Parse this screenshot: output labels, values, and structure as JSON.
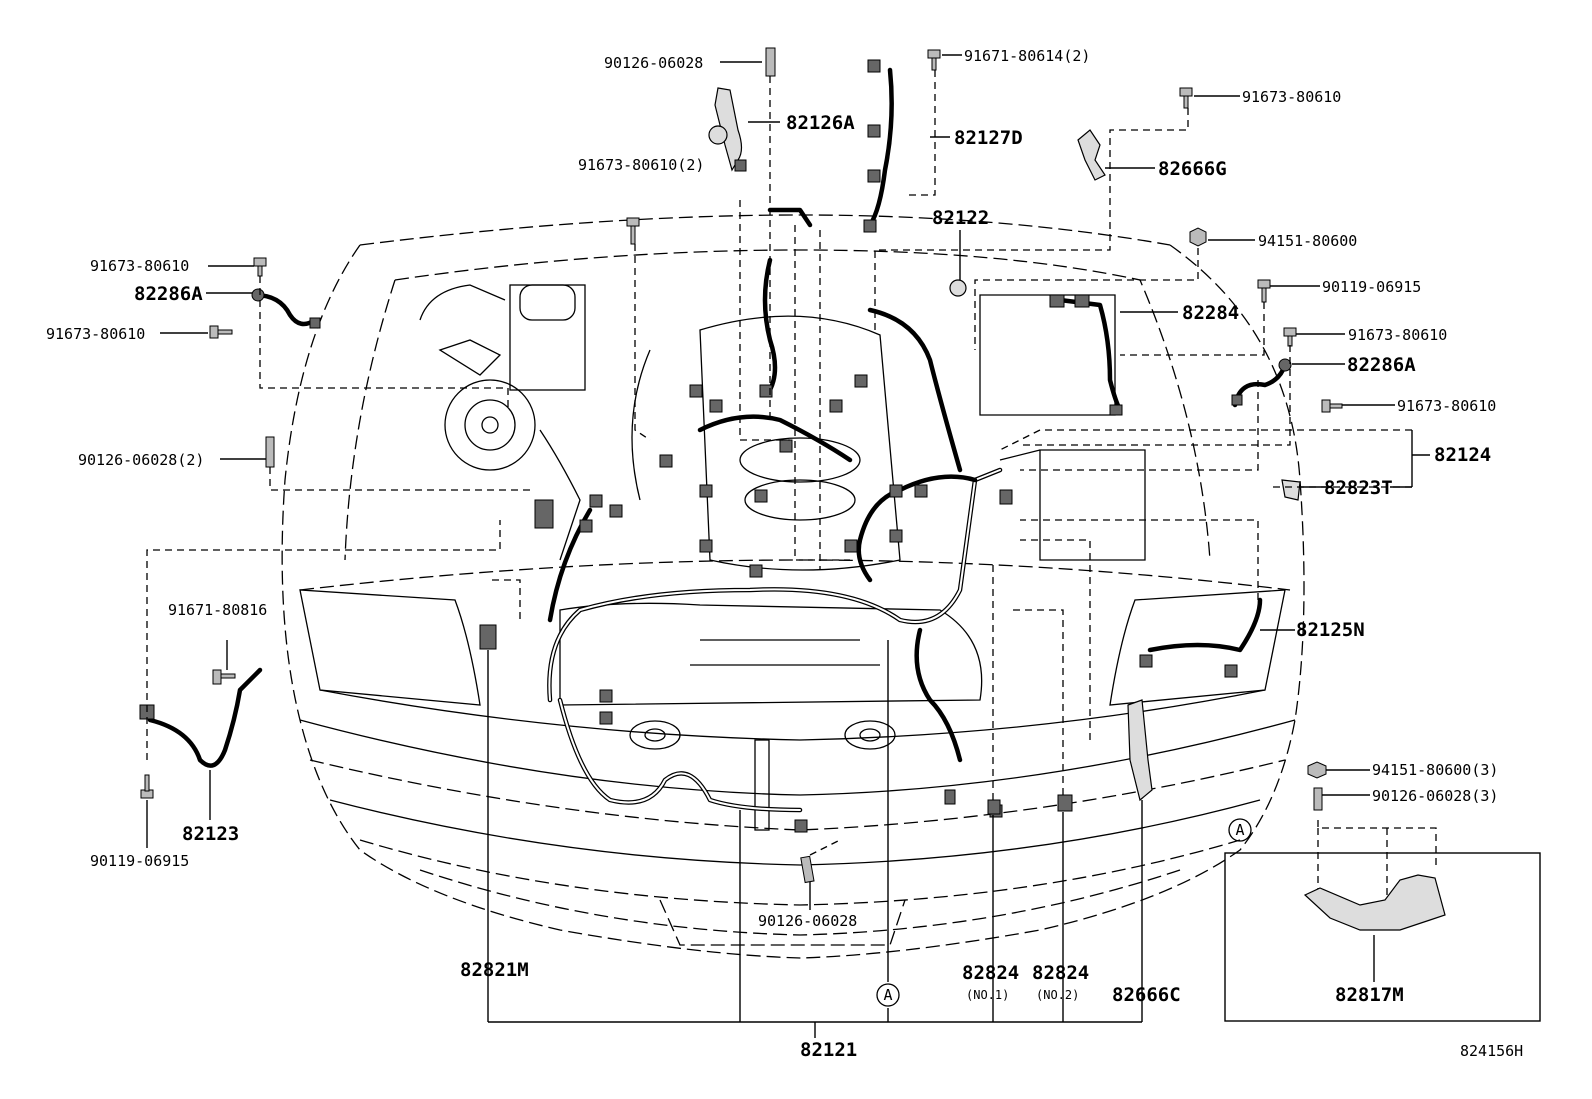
{
  "diagram": {
    "reference_code": "824156H",
    "inset_marker": "A",
    "callouts": {
      "p90126_06028_top": "90126-06028",
      "p82126A": "82126A",
      "p91671_80614": "91671-80614(2)",
      "p82127D": "82127D",
      "p91673_80610_r1": "91673-80610",
      "p82666G": "82666G",
      "p91673_80610_2": "91673-80610(2)",
      "p82122": "82122",
      "p94151_80600": "94151-80600",
      "p91673_80610_l1": "91673-80610",
      "p82286A_l": "82286A",
      "p91673_80610_l2": "91673-80610",
      "p90119_06915_r": "90119-06915",
      "p82284": "82284",
      "p91673_80610_r2": "91673-80610",
      "p82286A_r": "82286A",
      "p91673_80610_r3": "91673-80610",
      "p90126_06028_2": "90126-06028(2)",
      "p82124": "82124",
      "p82823T": "82823T",
      "p91671_80816": "91671-80816",
      "p82125N": "82125N",
      "p94151_80600_3": "94151-80600(3)",
      "p90126_06028_3": "90126-06028(3)",
      "p82123": "82123",
      "p90119_06915_l": "90119-06915",
      "p90126_06028_bot": "90126-06028",
      "p82821M": "82821M",
      "p82824_1": "82824",
      "p82824_1_sub": "(NO.1)",
      "p82824_2": "82824",
      "p82824_2_sub": "(NO.2)",
      "p82666C": "82666C",
      "p82817M": "82817M",
      "p82121": "82121"
    }
  }
}
